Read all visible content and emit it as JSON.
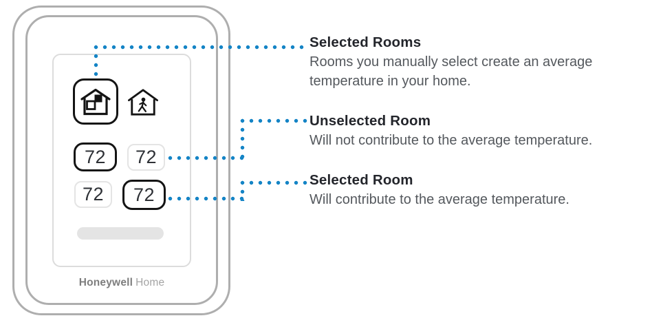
{
  "colors": {
    "connector_blue": "#1685c6",
    "frame_gray": "#aeaeae",
    "outline_black": "#141414",
    "title_text": "#23252b",
    "body_text": "#54585d"
  },
  "device": {
    "brand": {
      "bold": "Honeywell",
      "light": "Home"
    },
    "screen": {
      "mode_buttons": [
        {
          "id": "rooms",
          "icon": "house-rooms-icon",
          "selected": true
        },
        {
          "id": "away",
          "icon": "house-person-icon",
          "selected": false
        }
      ],
      "room_temps": [
        {
          "value": "72",
          "selected": true
        },
        {
          "value": "72",
          "selected": false
        },
        {
          "value": "72",
          "selected": false
        },
        {
          "value": "72",
          "selected": true
        }
      ]
    }
  },
  "callouts": [
    {
      "title": "Selected Rooms",
      "description": "Rooms you manually select create an average temperature in your home."
    },
    {
      "title": "Unselected Room",
      "description": "Will not contribute to the average temperature."
    },
    {
      "title": "Selected Room",
      "description": "Will contribute to the average temperature."
    }
  ]
}
